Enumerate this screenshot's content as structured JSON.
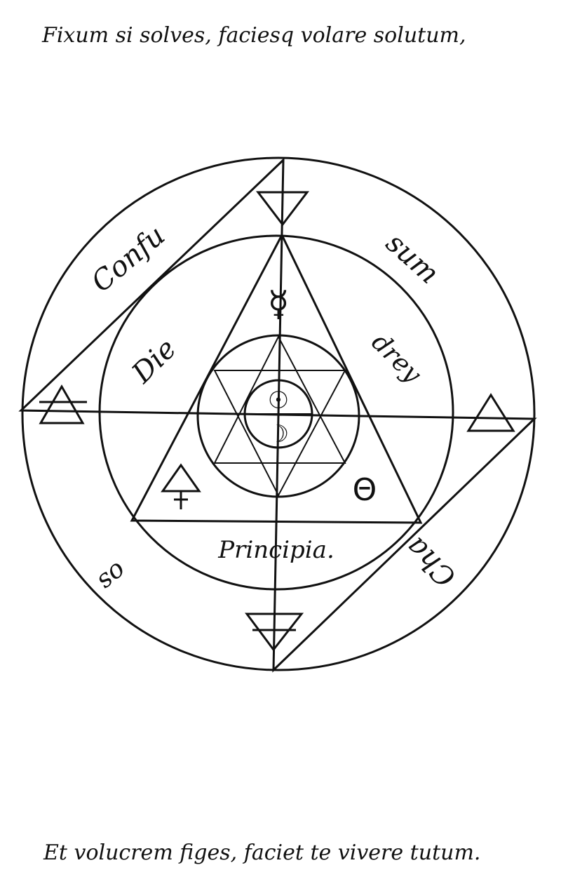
{
  "motto_top": "Fixum si solves, faciesq volare solutum,",
  "motto_bottom": "Et volucrem figes, faciet te vivere tutum.",
  "ring_words": [
    "Confu",
    "sum",
    "Cha",
    "os"
  ],
  "inner_words": [
    "Die",
    "drey",
    "Principia."
  ],
  "symbols": {
    "mercury": "☿",
    "sun": "☉",
    "moon": "☽",
    "salt": "Θ",
    "sulphur": "🜍"
  }
}
